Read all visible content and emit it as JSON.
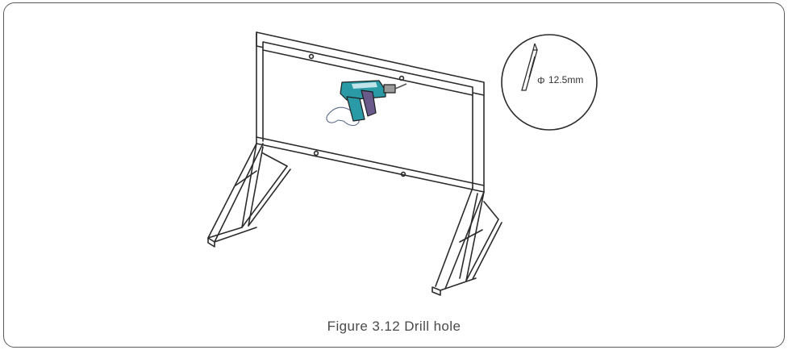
{
  "figure": {
    "caption": "Figure 3.12 Drill hole",
    "callout": {
      "diameter_symbol": "Φ",
      "bit_size": "12.5mm"
    }
  },
  "icons": {
    "drill": "power-drill-icon",
    "bit": "drill-bit-icon"
  },
  "colors": {
    "frame_line": "#2b2b2b",
    "drill_body": "#2a9aa6",
    "drill_handle_grip": "#6a5a8c",
    "caption_text": "#4a4a4a"
  }
}
